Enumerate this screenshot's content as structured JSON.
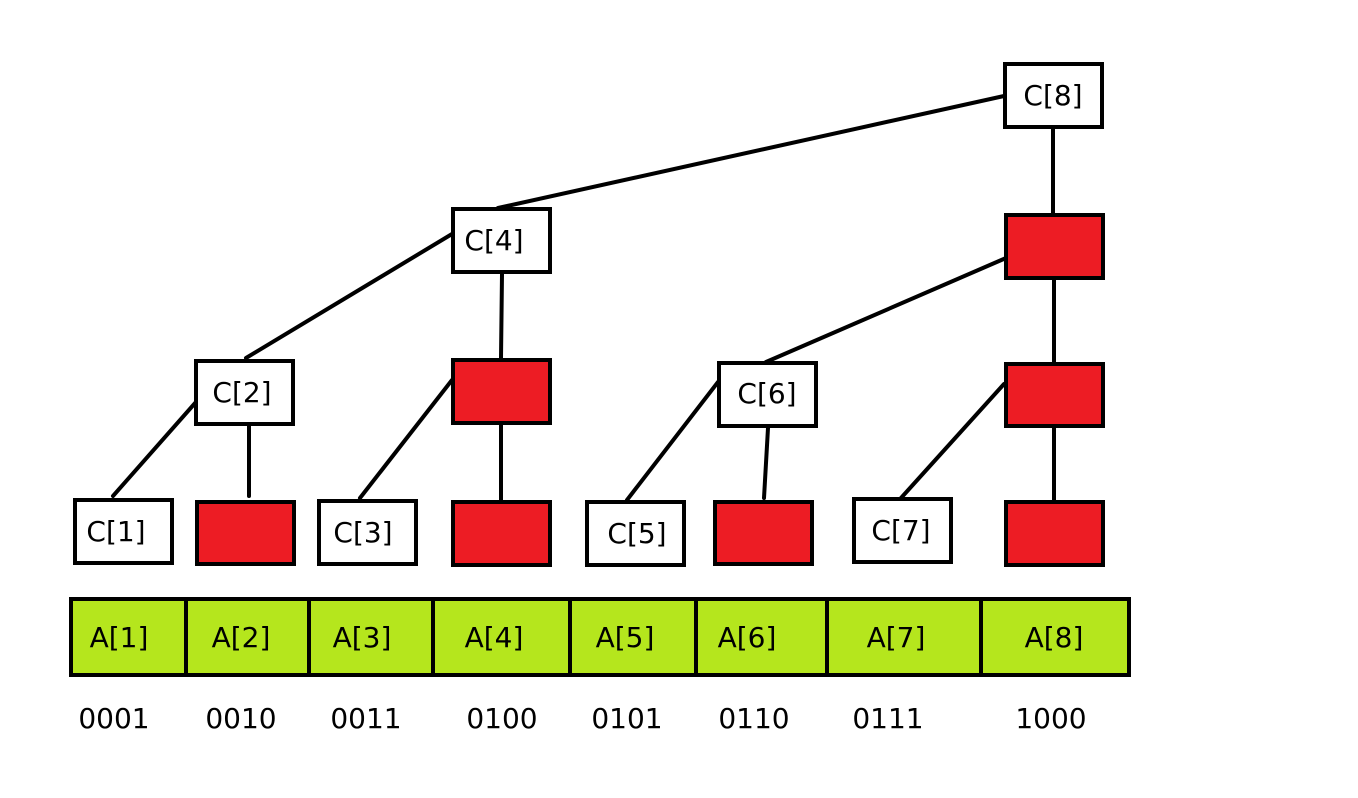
{
  "colors": {
    "node_fill": "#ffffff",
    "placeholder_fill": "#ed1c24",
    "array_fill": "#b5e61d",
    "stroke": "#000000"
  },
  "c_nodes": [
    "C[1]",
    "C[2]",
    "C[3]",
    "C[4]",
    "C[5]",
    "C[6]",
    "C[7]",
    "C[8]"
  ],
  "array_cells": [
    "A[1]",
    "A[2]",
    "A[3]",
    "A[4]",
    "A[5]",
    "A[6]",
    "A[7]",
    "A[8]"
  ],
  "binary_labels": [
    "0001",
    "0010",
    "0011",
    "0100",
    "0101",
    "0110",
    "0111",
    "1000"
  ]
}
